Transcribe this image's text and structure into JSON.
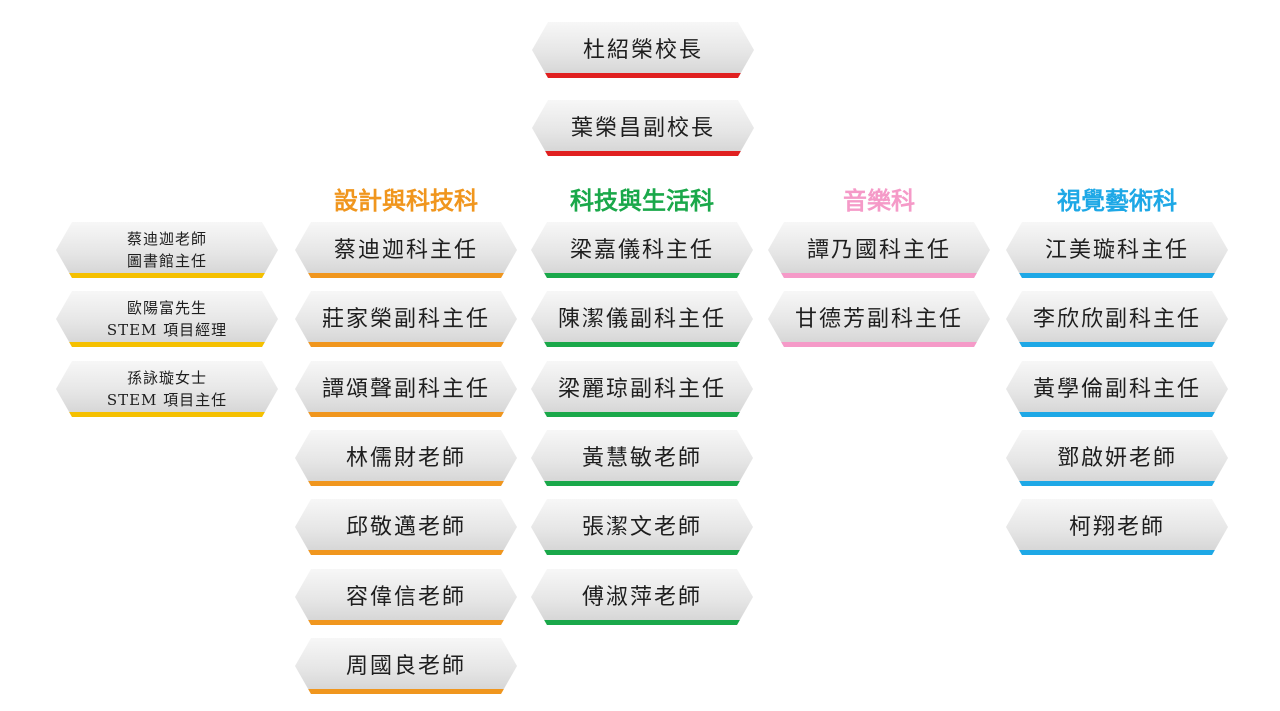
{
  "leadership": {
    "principal": "杜紹榮校長",
    "vice_principal": "葉榮昌副校長",
    "color": "#e02020"
  },
  "side_staff": {
    "color": "#f5c000",
    "items": [
      {
        "line1": "蔡迪迦老師",
        "line2": "圖書館主任"
      },
      {
        "line1": "歐陽富先生",
        "line2": "STEM 項目經理"
      },
      {
        "line1": "孫詠璇女士",
        "line2": "STEM 項目主任"
      }
    ]
  },
  "departments": [
    {
      "name": "設計與科技科",
      "color": "#f0961e",
      "members": [
        "蔡迪迦科主任",
        "莊家榮副科主任",
        "譚頌聲副科主任",
        "林儒財老師",
        "邱敬邁老師",
        "容偉信老師",
        "周國良老師"
      ]
    },
    {
      "name": "科技與生活科",
      "color": "#1aa84a",
      "members": [
        "梁嘉儀科主任",
        "陳潔儀副科主任",
        "梁麗琼副科主任",
        "黃慧敏老師",
        "張潔文老師",
        "傅淑萍老師"
      ]
    },
    {
      "name": "音樂科",
      "color": "#f59ac8",
      "members": [
        "譚乃國科主任",
        "甘德芳副科主任"
      ]
    },
    {
      "name": "視覺藝術科",
      "color": "#1ea8e6",
      "members": [
        "江美璇科主任",
        "李欣欣副科主任",
        "黃學倫副科主任",
        "鄧啟妍老師",
        "柯翔老師"
      ]
    }
  ]
}
